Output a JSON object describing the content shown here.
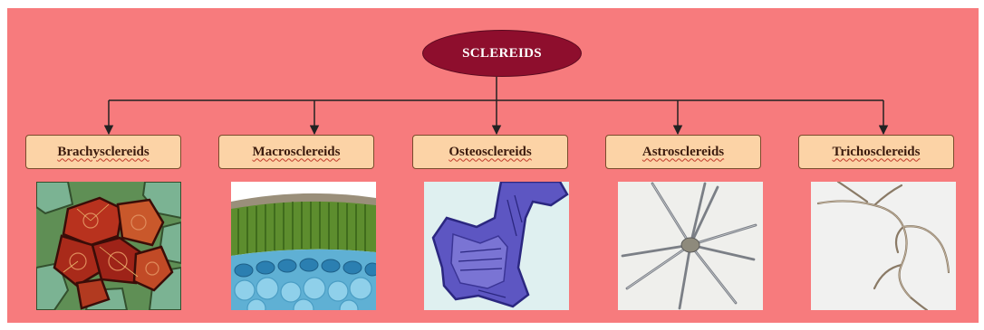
{
  "root": {
    "label": "SCLEREIDS"
  },
  "children": [
    {
      "label": "Brachysclereids",
      "image": "brachysclereids-micrograph"
    },
    {
      "label": "Macrosclereids",
      "image": "macrosclereids-micrograph"
    },
    {
      "label": "Osteosclereids",
      "image": "osteosclereids-micrograph"
    },
    {
      "label": "Astrosclereids",
      "image": "astrosclereids-micrograph"
    },
    {
      "label": "Trichosclereids",
      "image": "trichosclereids-micrograph"
    }
  ],
  "colors": {
    "background": "#f77b7d",
    "root_fill": "#8e0e2d",
    "node_fill": "#fcd3a6",
    "connector": "#222222"
  }
}
